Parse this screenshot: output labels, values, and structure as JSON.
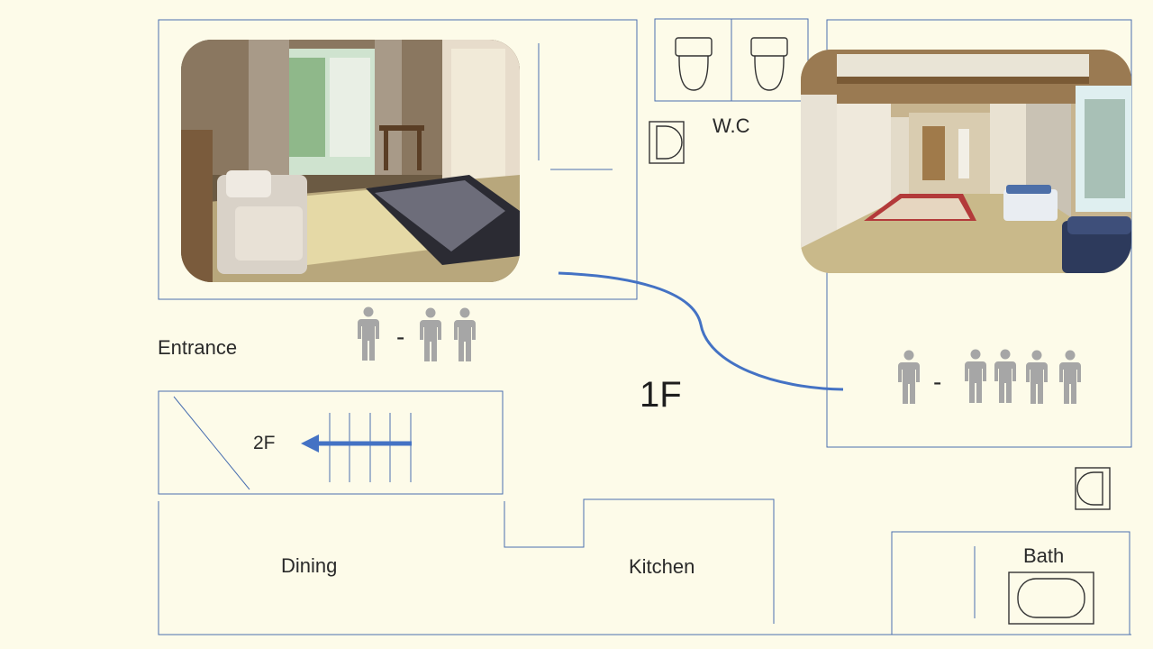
{
  "floor_label": "1F",
  "labels": {
    "wc": "W.C",
    "entrance": "Entrance",
    "stairs": "2F",
    "dining": "Dining",
    "kitchen": "Kitchen",
    "bath": "Bath"
  },
  "rooms": [
    {
      "photo": "tatami-room-with-futons-and-kotatsu",
      "capacity_min": 1,
      "capacity_max": 2,
      "separator": "-"
    },
    {
      "photo": "large-tatami-room-with-sliding-doors",
      "capacity_min": 1,
      "capacity_max": 4,
      "separator": "-"
    }
  ],
  "colors": {
    "background": "#fdfbe9",
    "wall_lines": "#4a6fb0",
    "path_curve": "#4472c4",
    "person_icon": "#a6a6a6"
  },
  "icons": [
    "toilet-icon",
    "washbasin-icon",
    "person-icon",
    "bathtub-icon",
    "arrow-left-icon"
  ]
}
